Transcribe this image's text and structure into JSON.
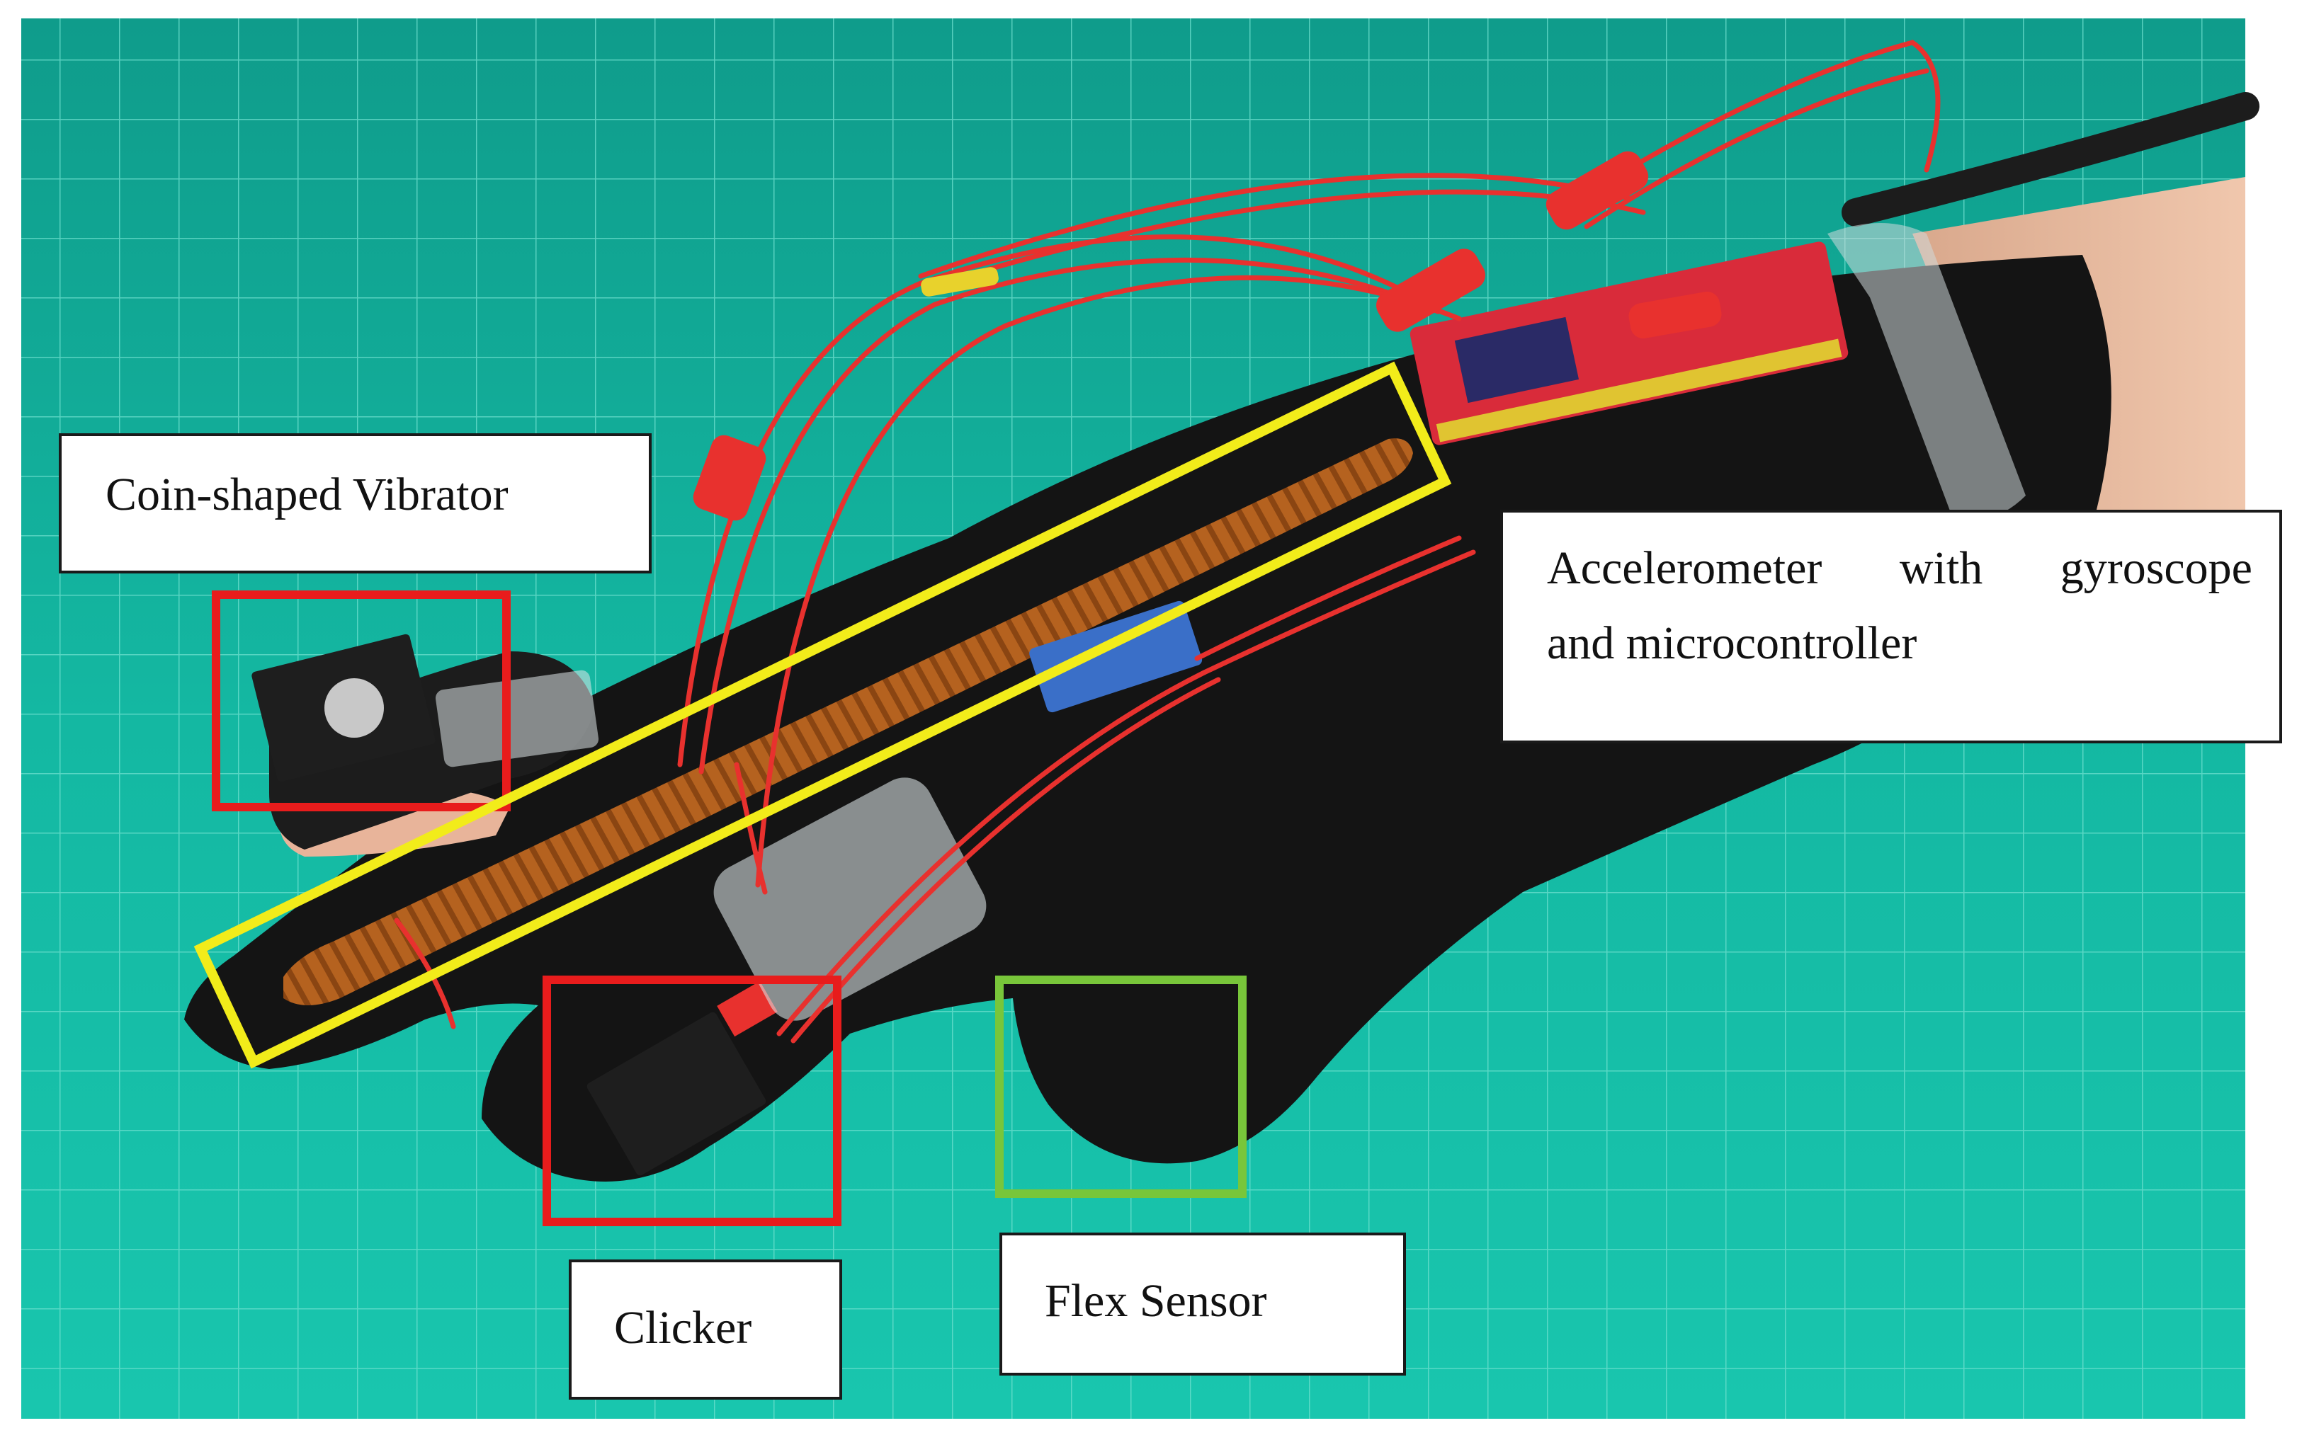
{
  "figure": {
    "labels": {
      "vibrator": "Coin-shaped Vibrator",
      "accelerometer_line1": [
        "Accelerometer",
        "with",
        "gyroscope"
      ],
      "accelerometer_line2": "and microcontroller",
      "clicker": "Clicker",
      "flex_sensor": "Flex Sensor"
    },
    "colors": {
      "cutting_mat": "#14b8a2",
      "grid_line": "#6fe0cf",
      "glove": "#141414",
      "skin": "#e8b49a",
      "flex_strip": "#b5621f",
      "wire": "#e8312e",
      "box_red": "#e81c1c",
      "box_yellow": "#f2ec1a",
      "box_green": "#78c63a",
      "pcb_red": "#d92b3a",
      "pcb_blue": "#3a6fc8"
    }
  }
}
